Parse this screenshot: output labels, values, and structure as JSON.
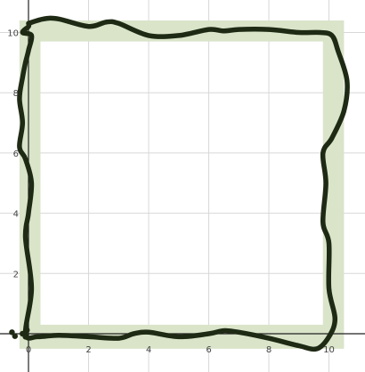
{
  "chart_data": {
    "type": "line",
    "title": "",
    "xlabel": "",
    "ylabel": "",
    "xlim": [
      -0.4,
      11.3
    ],
    "ylim": [
      -0.9,
      11.2
    ],
    "grid": true,
    "x_ticks": [
      0,
      2,
      4,
      6,
      8,
      10
    ],
    "x_tick_labels": [
      "0",
      "2",
      "4",
      "6",
      "8",
      "10"
    ],
    "y_ticks": [
      2,
      4,
      6,
      8,
      10
    ],
    "y_tick_labels": [
      "2",
      "4",
      "6",
      "8",
      "10"
    ],
    "colors": {
      "band": "#d9e4c9",
      "curve": "#1f2a15",
      "grid": "#d8d8d8"
    },
    "series": [
      {
        "kind": "band",
        "outer": {
          "x0": -0.3,
          "y0": -0.5,
          "x1": 10.5,
          "y1": 10.4
        },
        "inner": {
          "x0": 0.4,
          "y0": 0.3,
          "x1": 9.8,
          "y1": 9.7
        }
      },
      {
        "kind": "curve",
        "x": [
          0.0,
          0.5,
          1.0,
          2.0,
          2.6,
          3.0,
          4.0,
          5.0,
          6.0,
          6.5,
          7.0,
          8.0,
          9.0,
          9.7,
          10.1,
          10.3,
          10.6,
          10.5,
          10.1,
          9.8,
          9.9,
          9.8,
          10.0,
          10.0,
          10.2,
          10.0,
          9.6,
          9.0,
          8.0,
          7.0,
          6.5,
          6.0,
          5.0,
          4.0,
          3.5,
          3.0,
          2.0,
          1.0,
          0.3,
          -0.1,
          0.1,
          -0.1,
          0.0,
          0.1,
          -0.1,
          -0.3,
          -0.2,
          -0.3,
          -0.2,
          -0.1,
          0.0,
          0.1,
          -0.2,
          0.0,
          0.0
        ],
        "y": [
          10.3,
          10.45,
          10.45,
          10.2,
          10.35,
          10.3,
          9.9,
          9.9,
          10.1,
          10.05,
          10.1,
          10.1,
          10.0,
          10.0,
          9.9,
          9.4,
          8.4,
          7.4,
          6.5,
          6.0,
          5.0,
          3.7,
          3.0,
          1.5,
          0.5,
          -0.1,
          -0.5,
          -0.4,
          -0.15,
          0.05,
          0.1,
          0.0,
          -0.1,
          0.05,
          0.0,
          -0.15,
          -0.1,
          -0.05,
          -0.1,
          0.0,
          1.5,
          3.2,
          4.0,
          5.0,
          5.8,
          6.2,
          7.0,
          7.8,
          8.5,
          9.0,
          9.4,
          9.9,
          10.0,
          10.2,
          10.3
        ]
      }
    ]
  }
}
